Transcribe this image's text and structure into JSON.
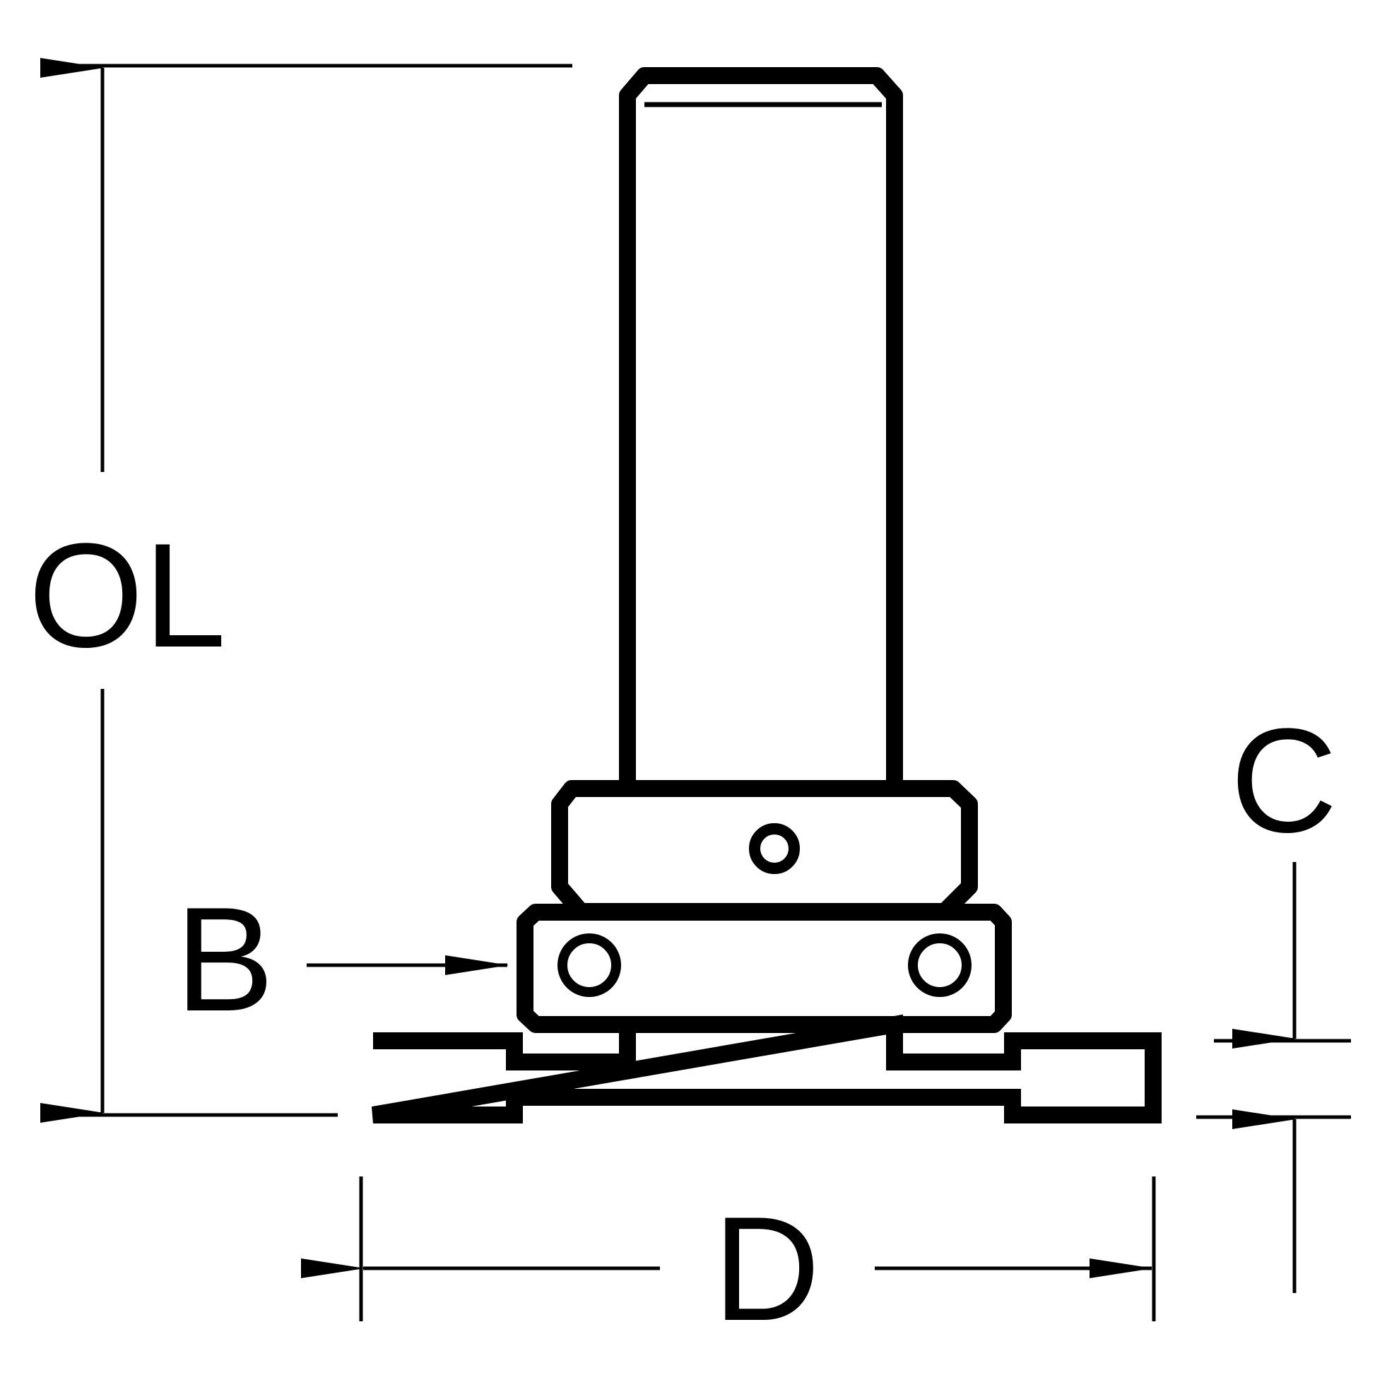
{
  "labels": {
    "overall_length": "OL",
    "bearing": "B",
    "cut_depth": "C",
    "diameter": "D"
  },
  "colors": {
    "ink": "#000000",
    "background": "#ffffff"
  }
}
